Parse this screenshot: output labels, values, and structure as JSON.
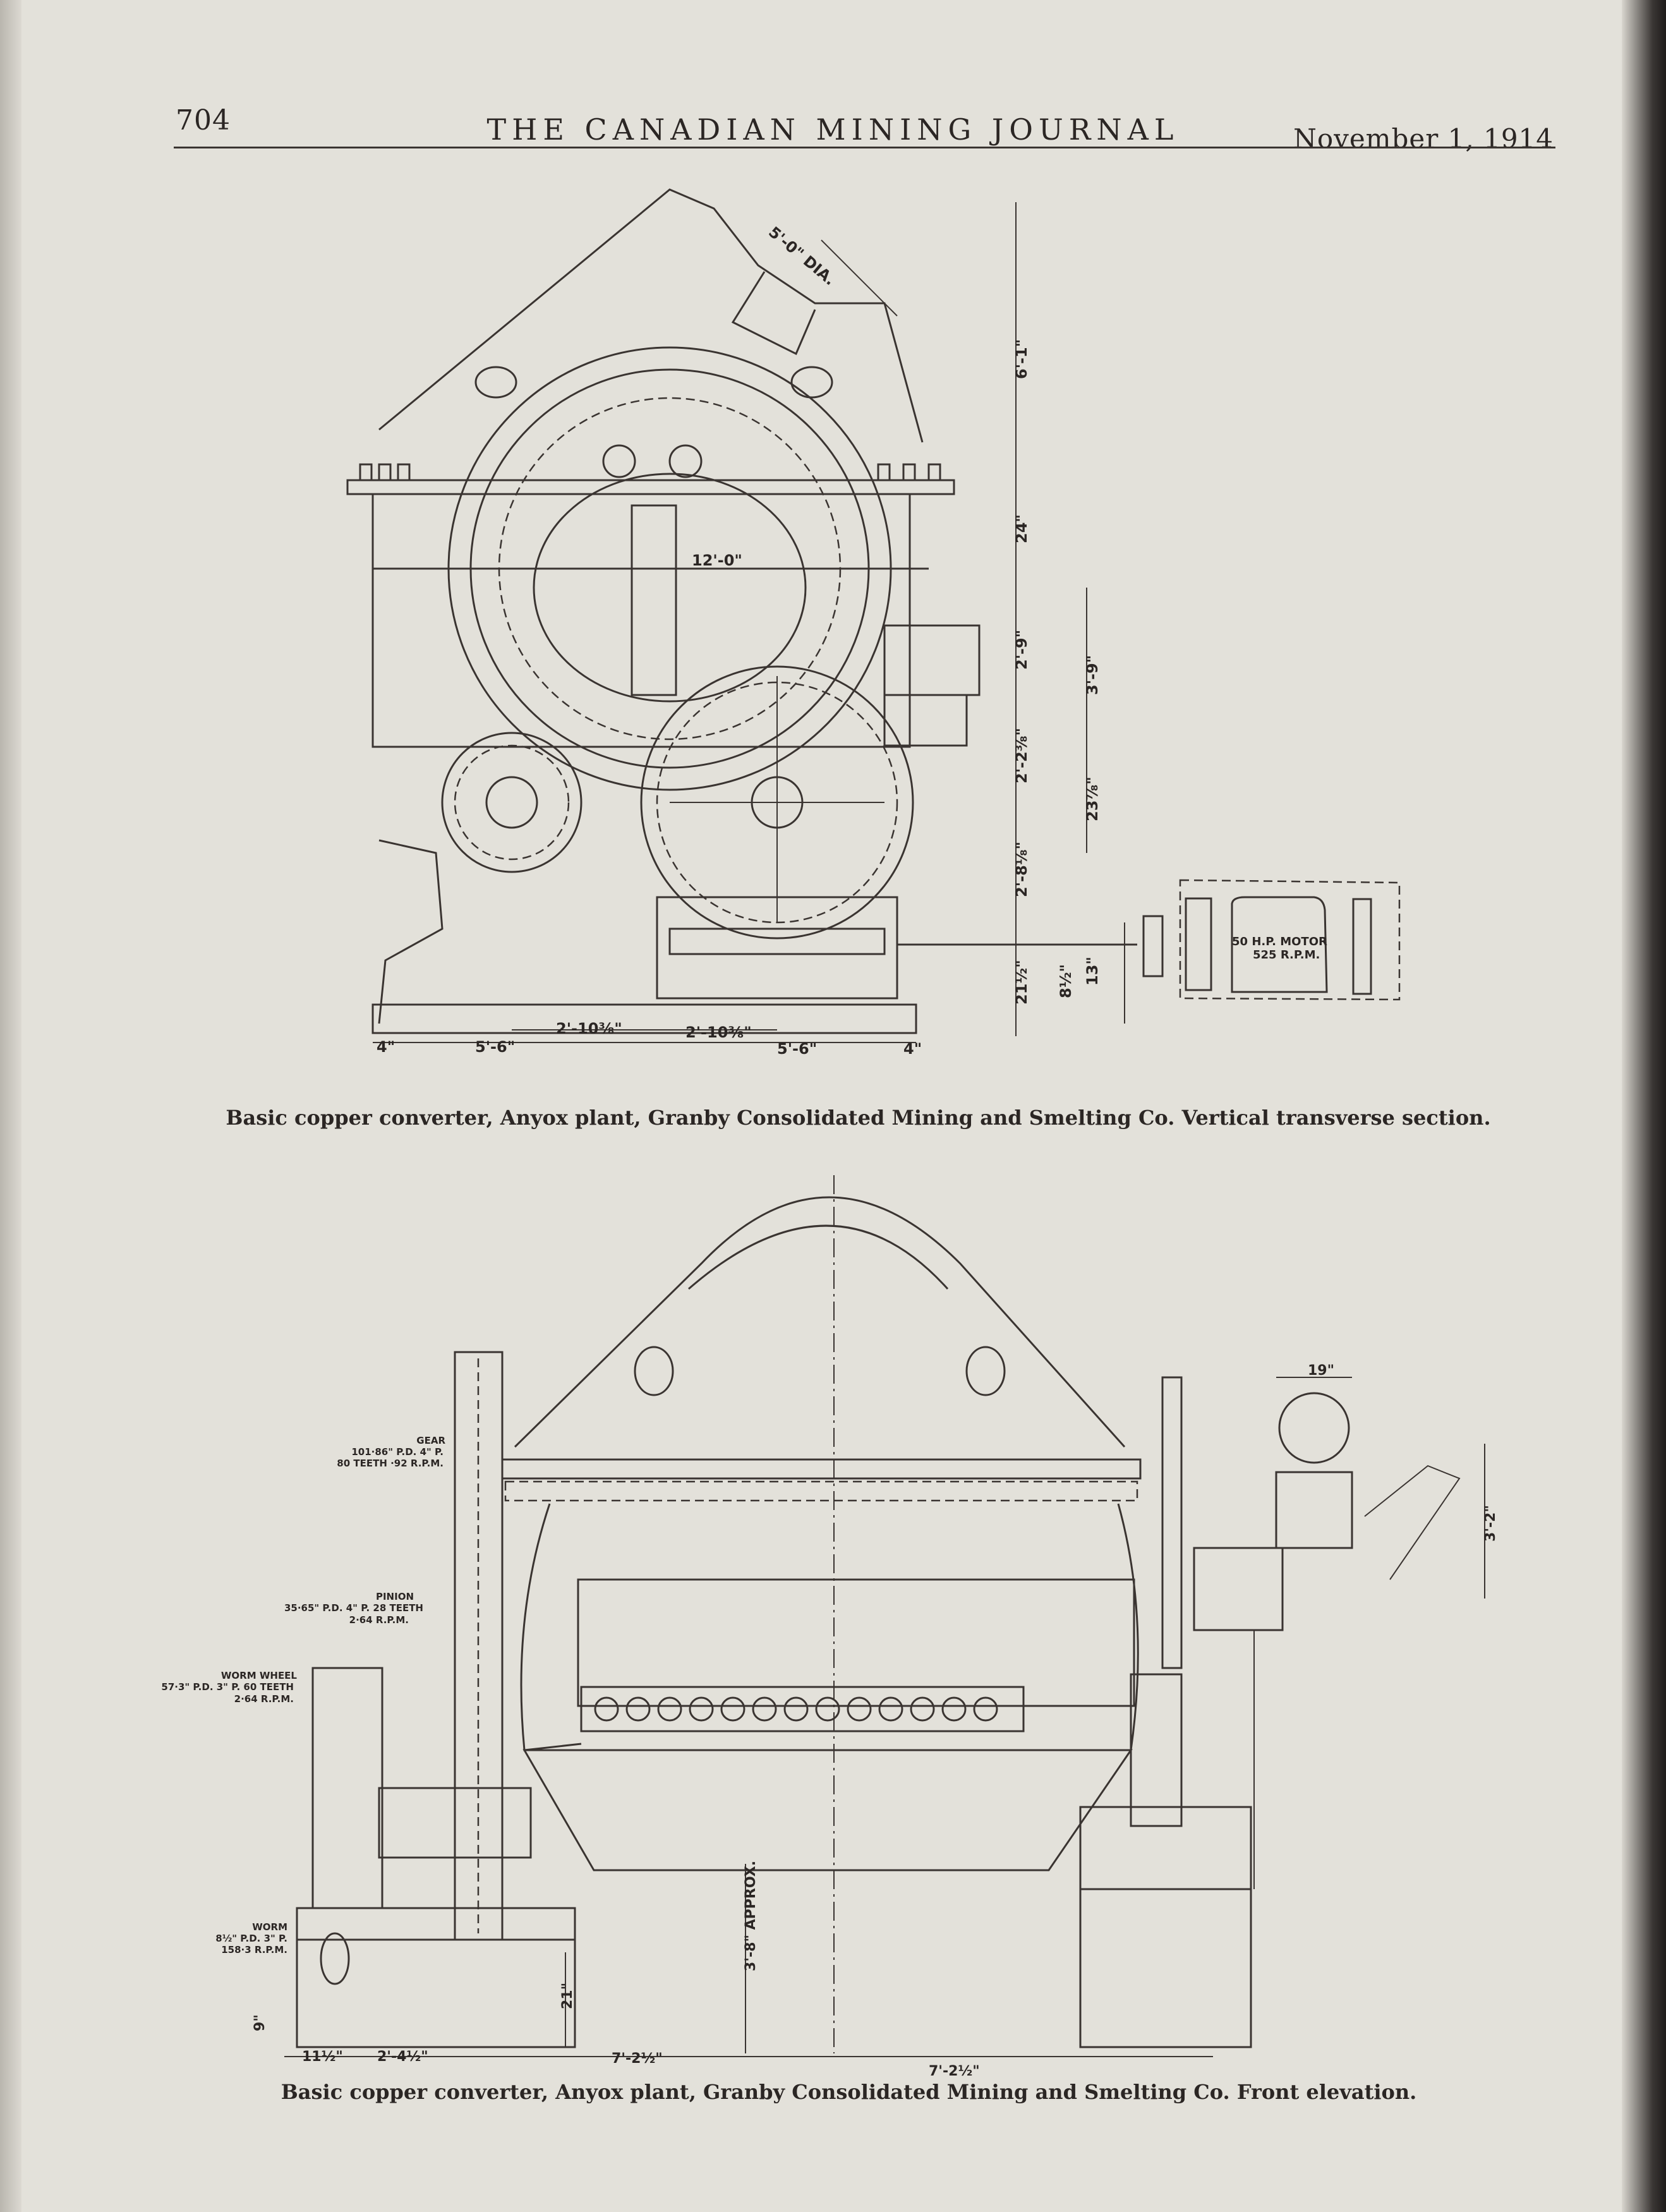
{
  "header": {
    "page_number": "704",
    "journal_title": "THE CANADIAN MINING JOURNAL",
    "date": "November 1, 1914"
  },
  "figure1": {
    "caption": "Basic copper converter, Anyox plant, Granby Consolidated Mining and Smelting Co.   Vertical transverse section.",
    "dims": {
      "mouth": "5'-0\" DIA.",
      "d_6_1": "6'-1\"",
      "d_24": "24\"",
      "d_12_0": "12'-0\"",
      "d_2_9": "2'-9\"",
      "d_3_9": "3'-9\"",
      "d_2_2": "2'-2⅜\"",
      "d_23": "23⅞\"",
      "d_2_8": "2'-8⅛\"",
      "d_21": "21½\"",
      "d_13": "13\"",
      "d_8": "8½\"",
      "d_2_10_a": "2'-10⅜\"",
      "d_2_10_b": "2'-10⅜\"",
      "d_5_6_a": "5'-6\"",
      "d_5_6_b": "5'-6\"",
      "d_4_a": "4\"",
      "d_4_b": "4\""
    },
    "motor_line1": "50 H.P. MOTOR",
    "motor_line2": "525 R.P.M."
  },
  "figure2": {
    "caption": "Basic copper converter, Anyox plant, Granby Consolidated Mining and Smelting Co.   Front elevation.",
    "gear": [
      "GEAR",
      "101·86\" P.D. 4\" P.",
      "80 TEETH ·92 R.P.M."
    ],
    "pinion": [
      "PINION",
      "35·65\" P.D. 4\" P. 28 TEETH",
      "2·64 R.P.M."
    ],
    "worm_wheel": [
      "WORM WHEEL",
      "57·3\" P.D. 3\" P. 60 TEETH",
      "2·64 R.P.M."
    ],
    "worm": [
      "WORM",
      "8½\" P.D. 3\" P.",
      "158·3 R.P.M."
    ],
    "dims": {
      "d_19": "19\"",
      "d_3_2": "3'-2\"",
      "d_3_8": "3'-8\" APPROX.",
      "d_21": "21\"",
      "d_9": "9\"",
      "d_11": "11½\"",
      "d_2_4": "2'-4½\"",
      "d_7_2_a": "7'-2½\"",
      "d_7_2_b": "7'-2½\""
    }
  }
}
